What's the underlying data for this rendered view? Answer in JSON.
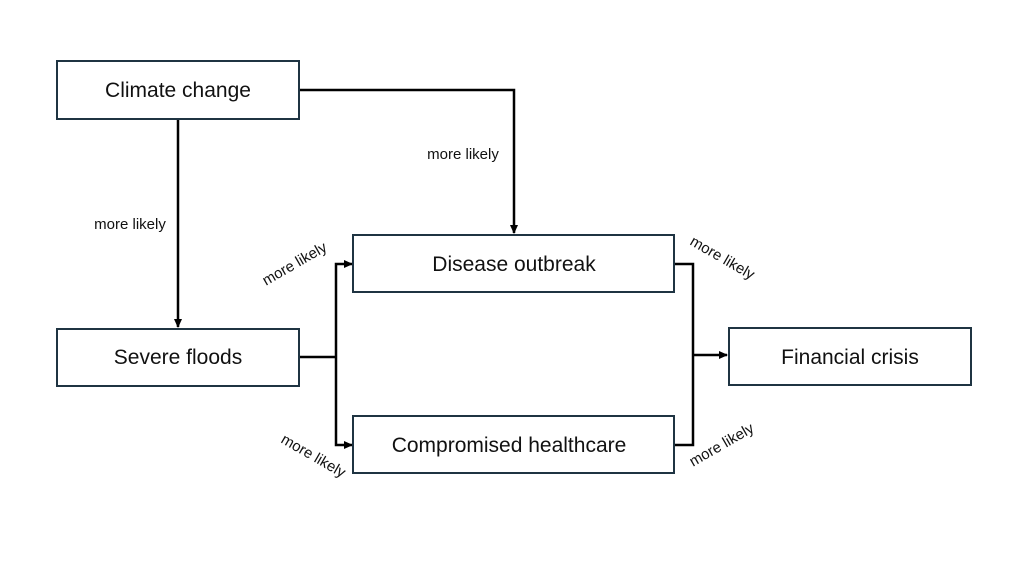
{
  "nodes": {
    "climate_change": "Climate change",
    "severe_floods": "Severe floods",
    "disease_outbreak": "Disease outbreak",
    "compromised_healthcare": "Compromised healthcare",
    "financial_crisis": "Financial crisis"
  },
  "edges": {
    "climate_to_disease": "more likely",
    "climate_to_floods": "more likely",
    "floods_to_disease": "more likely",
    "floods_to_healthcare": "more likely",
    "disease_to_financial": "more likely",
    "healthcare_to_financial": "more likely"
  },
  "colors": {
    "box_border": "#1f3442",
    "arrow": "#000000",
    "text": "#111111",
    "background": "#ffffff"
  }
}
